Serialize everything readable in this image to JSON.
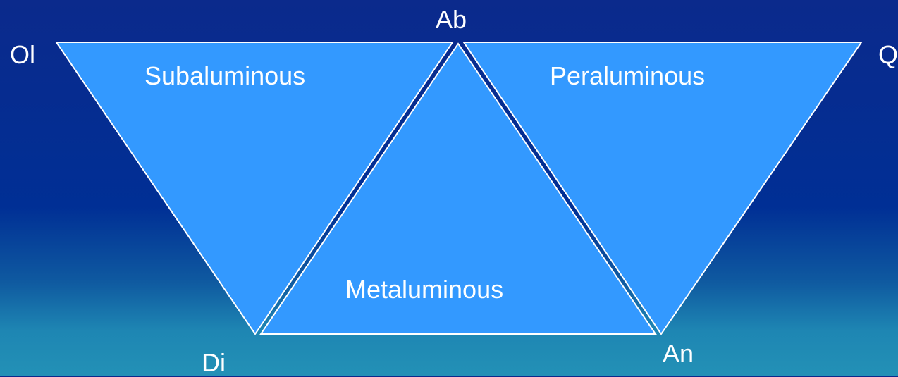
{
  "diagram": {
    "colors": {
      "background_top": "#0b2a8c",
      "background_bottom": "#2391b6",
      "region_fill": "#3399ff",
      "outline": "#ffffff",
      "text": "#ffffff"
    },
    "vertices": {
      "ol": "Ol",
      "ab": "Ab",
      "q": "Q",
      "di": "Di",
      "an": "An"
    },
    "regions": {
      "subaluminous": "Subaluminous",
      "metaluminous": "Metaluminous",
      "peraluminous": "Peraluminous"
    }
  }
}
